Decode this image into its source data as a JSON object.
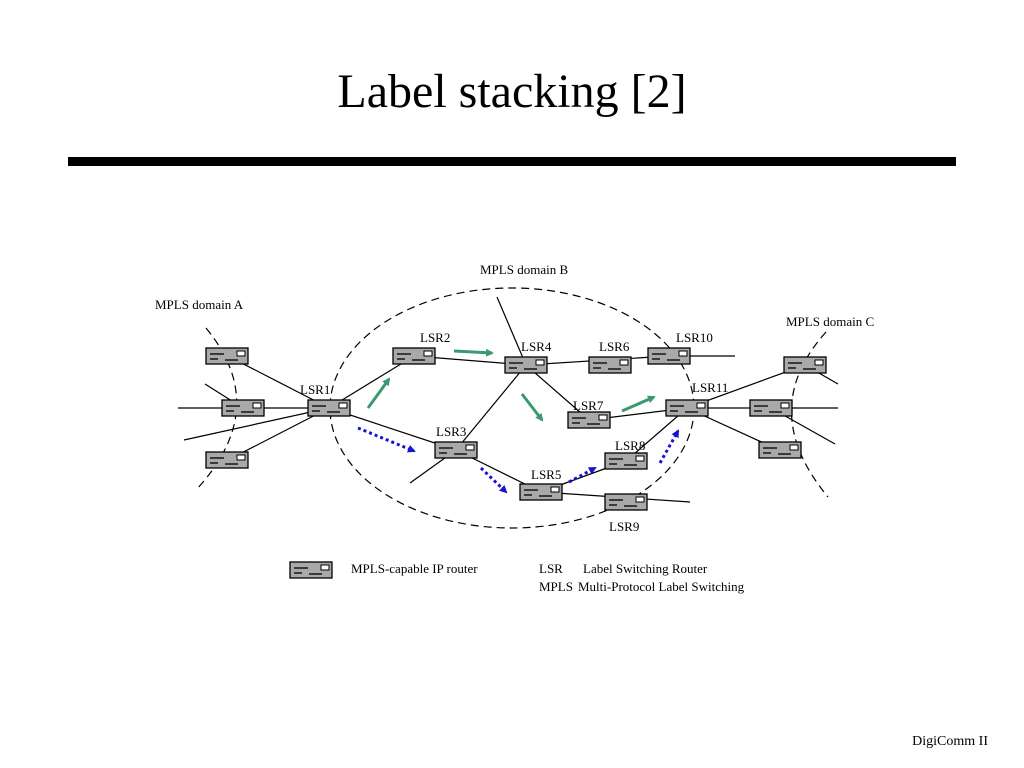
{
  "slide": {
    "title": "Label stacking [2]",
    "footer": "DigiComm II"
  },
  "domains": {
    "a": "MPLS domain A",
    "b": "MPLS domain B",
    "c": "MPLS domain C"
  },
  "routers": {
    "lsr1": "LSR1",
    "lsr2": "LSR2",
    "lsr3": "LSR3",
    "lsr4": "LSR4",
    "lsr5": "LSR5",
    "lsr6": "LSR6",
    "lsr7": "LSR7",
    "lsr8": "LSR8",
    "lsr9": "LSR9",
    "lsr10": "LSR10",
    "lsr11": "LSR11"
  },
  "legend": {
    "router_label": "MPLS-capable IP router",
    "abbreviations": [
      {
        "abbr": "LSR",
        "meaning": "Label Switching Router"
      },
      {
        "abbr": "MPLS",
        "meaning": "Multi-Protocol Label Switching"
      }
    ]
  },
  "colors": {
    "router_fill": "#a9a9a9",
    "green_arrow": "#3a9a6e",
    "blue_dotted_arrow": "#1414d2"
  }
}
